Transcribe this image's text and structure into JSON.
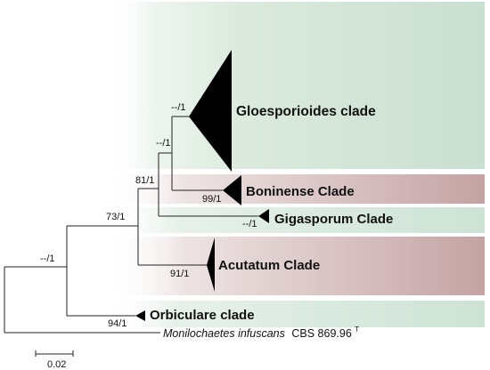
{
  "figure": {
    "clades": [
      {
        "name": "Gloesporioides clade",
        "color": "#cfe3d6"
      },
      {
        "name": "Boninense Clade",
        "color": "#c6a7a7"
      },
      {
        "name": "Gigasporum Clade",
        "color": "#cfe3d6"
      },
      {
        "name": "Acutatum Clade",
        "color": "#c6a7a7"
      },
      {
        "name": "Orbiculare clade",
        "color": "#cfe3d6"
      }
    ],
    "outgroup": {
      "species": "Monilochaetes infuscans",
      "strain": "CBS 869.96",
      "superscript": "T"
    },
    "supports": {
      "gloeosporioides": "--/1",
      "glo_boninense": "--/1",
      "boninense": "99/1",
      "main_core": "81/1",
      "gigasporum": "--/1",
      "acutatum_core": "73/1",
      "acutatum": "91/1",
      "root_ingroup": "--/1",
      "orbiculare": "94/1"
    },
    "scale_bar": {
      "label": "0.02"
    },
    "colors": {
      "green_band": "#cfe3d6",
      "rose_band": "#c6a7a7",
      "branch": "#222222",
      "triangle": "#000000"
    }
  }
}
